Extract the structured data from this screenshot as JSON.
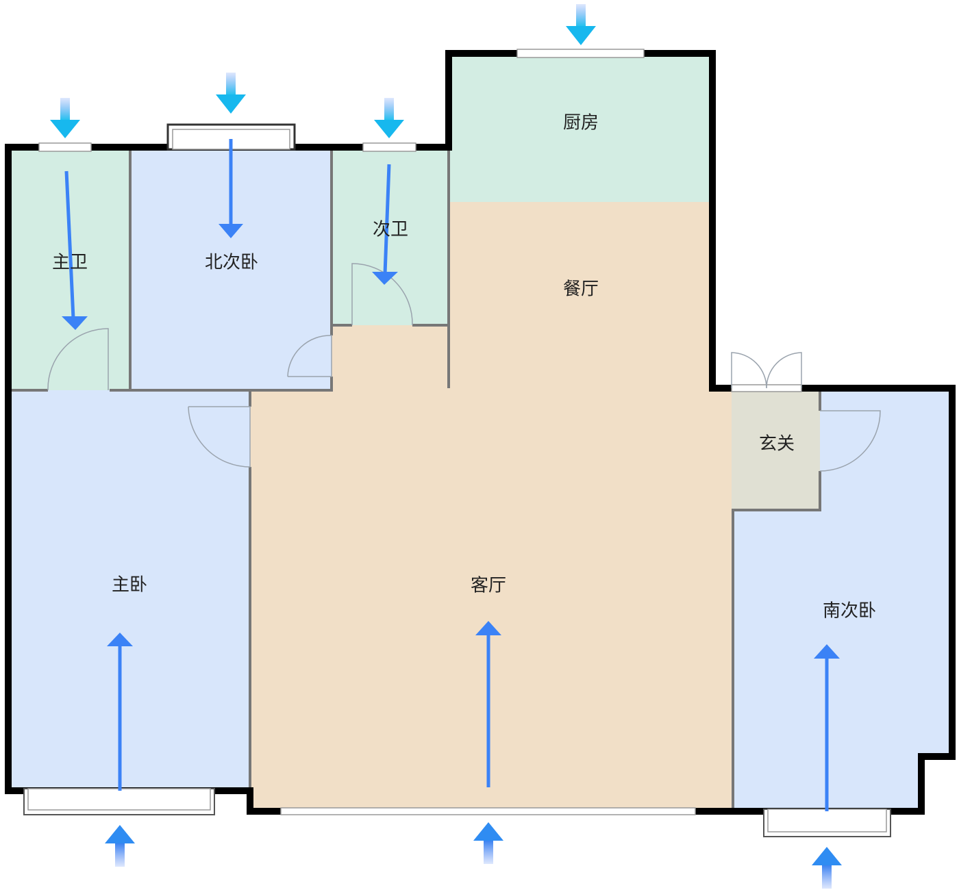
{
  "rooms": {
    "master_bath": "主卫",
    "north_bedroom": "北次卧",
    "second_bath": "次卫",
    "kitchen": "厨房",
    "dining": "餐厅",
    "master_bedroom": "主卧",
    "living_room": "客厅",
    "entrance": "玄关",
    "south_bedroom": "南次卧"
  },
  "colors": {
    "wet_area": "#d3ede3",
    "bedroom": "#d8e6fb",
    "living": "#f1dfc7",
    "entrance": "#e0e0d3",
    "arrow": "#3b82f6",
    "wall": "#000000"
  }
}
